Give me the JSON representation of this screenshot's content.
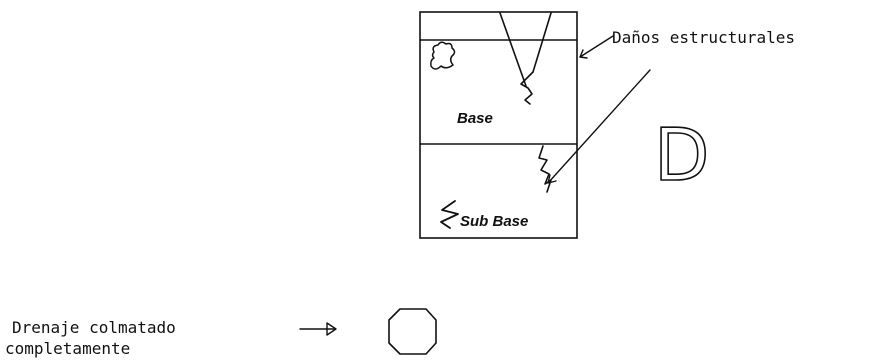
{
  "diagram": {
    "damage_label": "Daños estructurales",
    "layer_base_label": "Base",
    "layer_subbase_label": "Sub Base",
    "big_letter": "D",
    "drainage_label_line1": "Drenaje colmatado",
    "drainage_label_line2": "completamente"
  },
  "colors": {
    "ink": "#111111",
    "background": "#ffffff"
  }
}
